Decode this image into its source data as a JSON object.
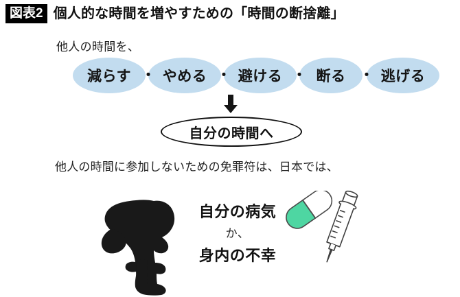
{
  "figure": {
    "badge_label": "図表2",
    "title": "個人的な時間を増やすための「時間の断捨離」"
  },
  "flow": {
    "upper_caption": "他人の時間を、",
    "separator": "・",
    "actions": [
      {
        "label": "減らす"
      },
      {
        "label": "やめる"
      },
      {
        "label": "避ける"
      },
      {
        "label": "断る"
      },
      {
        "label": "逃げる"
      }
    ],
    "arrow_icon": "down-arrow-icon",
    "result_label": "自分の時間へ"
  },
  "excuse": {
    "lower_caption": "他人の時間に参加しないための免罪符は、日本では、",
    "reason_first": "自分の病気",
    "conjunction": "か、",
    "reason_second": "身内の不幸",
    "silhouette_icon": "crouching-person-silhouette-icon",
    "pill_icon": "capsule-pill-icon",
    "syringe_icon": "syringe-icon"
  },
  "colors": {
    "ellipse_fill": "#c2dcef",
    "badge_bg": "#000000",
    "badge_text": "#ffffff",
    "text_primary": "#111111",
    "pill_green": "#4ed6a2",
    "pill_white": "#ffffff",
    "outline_gray": "#4a4a4a",
    "silhouette": "#191919",
    "background": "#ffffff"
  }
}
